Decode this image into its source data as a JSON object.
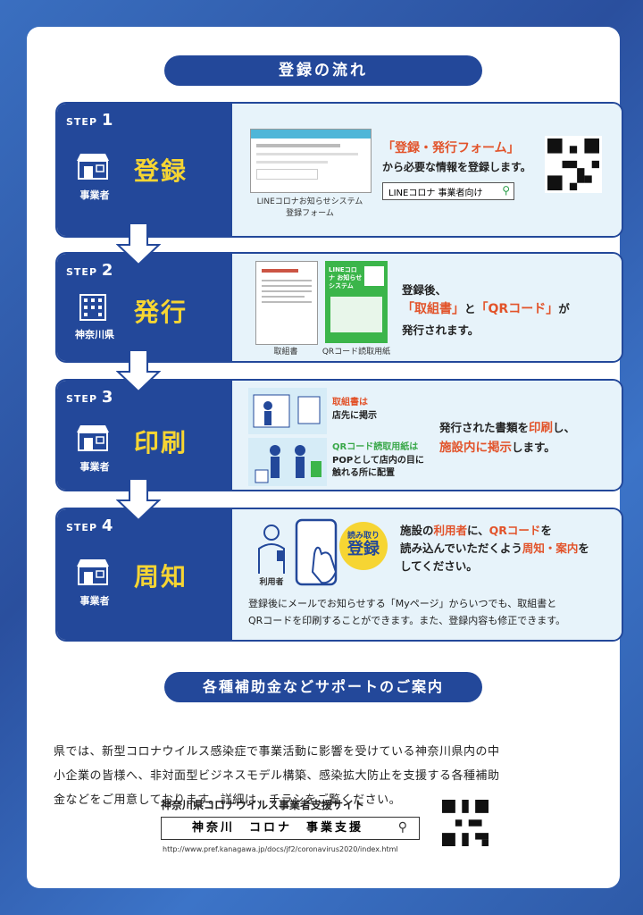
{
  "flow_title": "登録の流れ",
  "steps": [
    {
      "label": "STEP",
      "number": "1",
      "title": "登録",
      "actor": "事業者",
      "form_caption_1": "LINEコロナお知らせシステム",
      "form_caption_2": "登録フォーム",
      "highlight": "「登録・発行フォーム」",
      "text": "から必要な情報を登録します。",
      "search_text": "LINEコロナ 事業者向け"
    },
    {
      "label": "STEP",
      "number": "2",
      "title": "発行",
      "actor": "神奈川県",
      "doc1_caption": "取組書",
      "doc2_caption": "QRコード読取用紙",
      "doc2_title": "LINEコロナ お知らせシステム",
      "line1": "登録後、",
      "hl1": "「取組書」",
      "mid": "と",
      "hl2": "「QRコード」",
      "tail": "が",
      "line3": "発行されます。"
    },
    {
      "label": "STEP",
      "number": "3",
      "title": "印刷",
      "actor": "事業者",
      "note1_hl": "取組書は",
      "note1": "店先に掲示",
      "note2_hl": "QRコード読取用紙は",
      "note2a": "POPとして店内の目に",
      "note2b": "触れる所に配置",
      "t1": "発行された書類を",
      "h1": "印刷",
      "t2": "し、",
      "h2": "施設内に掲示",
      "t3": "します。"
    },
    {
      "label": "STEP",
      "number": "4",
      "title": "周知",
      "actor": "事業者",
      "user_label": "利用者",
      "badge_small": "読み取り",
      "badge_big": "登録",
      "t1": "施設の",
      "h1": "利用者",
      "t2": "に、",
      "h2": "QRコード",
      "t3": "を",
      "t4": "読み込んでいただくよう",
      "h3": "周知・案内",
      "t5": "を",
      "t6": "してください。",
      "note1": "登録後にメールでお知らせする「Myページ」からいつでも、取組書と",
      "note2": "QRコードを印刷することができます。また、登録内容も修正できます。"
    }
  ],
  "support_title": "各種補助金などサポートのご案内",
  "support_text_1": "県では、新型コロナウイルス感染症で事業活動に影響を受けている神奈川県内の中",
  "support_text_2": "小企業の皆様へ、非対面型ビジネスモデル構築、感染拡大防止を支援する各種補助",
  "support_text_3": "金などをご用意しております。詳細は、チラシをご覧ください。",
  "site_title": "神奈川県コロナウイルス事業者支援サイト",
  "site_search": "神奈川　コロナ　事業支援",
  "site_url": "http://www.pref.kanagawa.jp/docs/jf2/coronavirus2020/index.html",
  "colors": {
    "navy": "#23489a",
    "yellow": "#f6d533",
    "orange": "#e2532a",
    "panel": "#e7f3fa"
  }
}
